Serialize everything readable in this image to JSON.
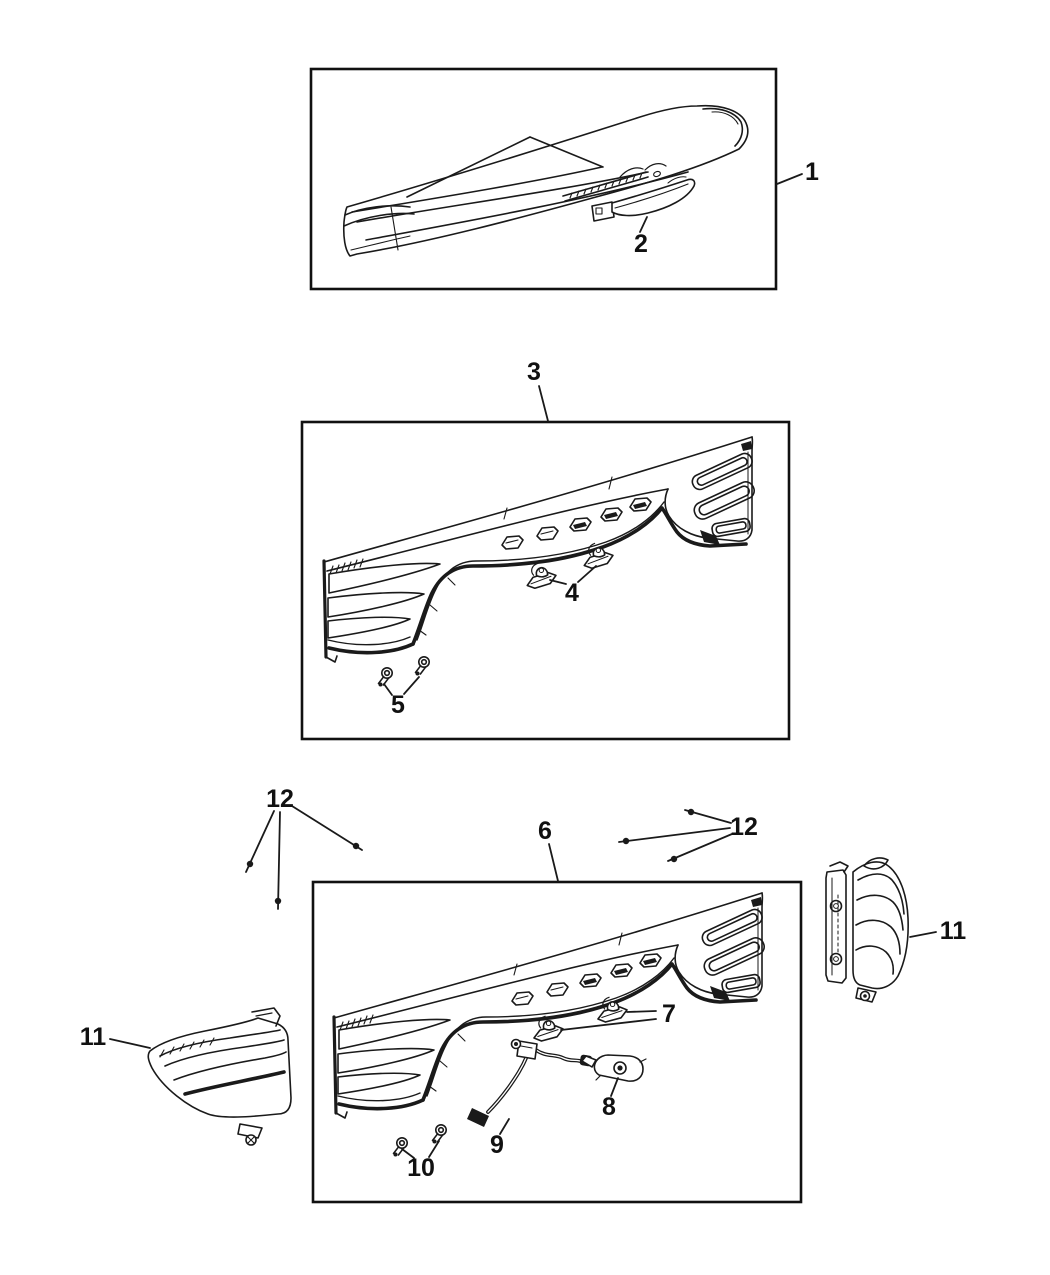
{
  "diagram": {
    "background": "#ffffff",
    "line_color": "#1a1a1a",
    "callouts": {
      "part1": "1",
      "part2": "2",
      "part3": "3",
      "part4": "4",
      "part5": "5",
      "part6": "6",
      "part7": "7",
      "part8": "8",
      "part9": "9",
      "part10": "10",
      "part11_left": "11",
      "part11_right": "11",
      "part12_left": "12",
      "part12_right": "12"
    }
  }
}
